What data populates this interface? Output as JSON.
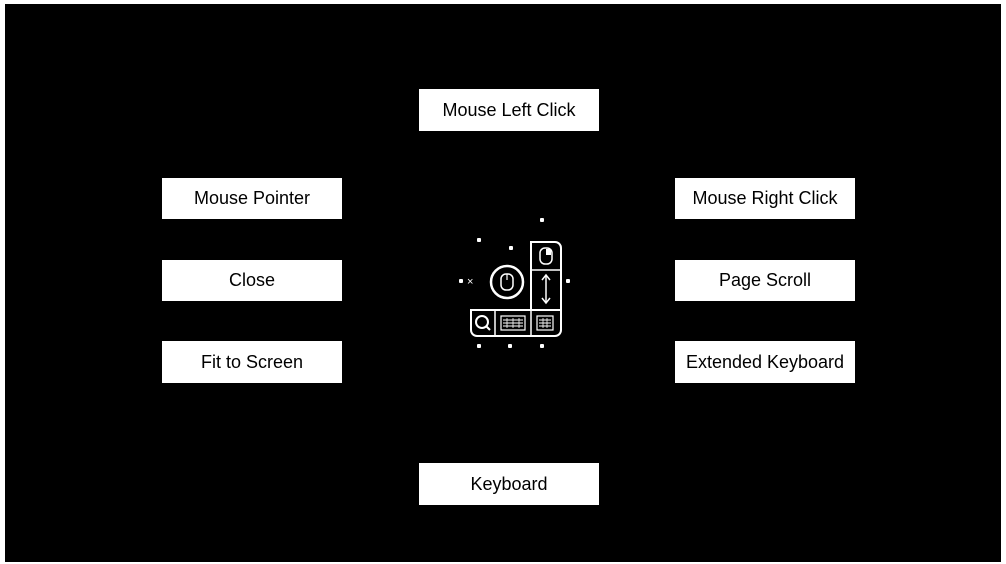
{
  "labels": {
    "mouse_left_click": "Mouse Left Click",
    "mouse_pointer": "Mouse Pointer",
    "mouse_right_click": "Mouse Right Click",
    "close": "Close",
    "page_scroll": "Page Scroll",
    "fit_to_screen": "Fit to Screen",
    "extended_keyboard": "Extended Keyboard",
    "keyboard": "Keyboard"
  },
  "hud": {
    "close_glyph": "×",
    "icons": [
      "mouse-icon",
      "right-click-mouse-icon",
      "scroll-arrows-icon",
      "magnifier-icon",
      "keyboard-icon",
      "extended-keyboard-icon"
    ]
  },
  "colors": {
    "background": "#000000",
    "foreground": "#ffffff"
  }
}
